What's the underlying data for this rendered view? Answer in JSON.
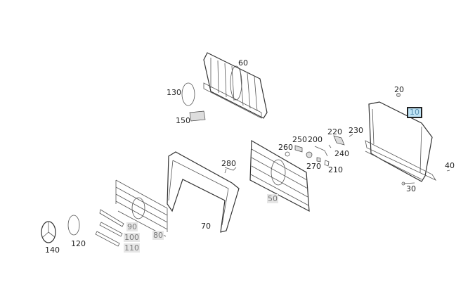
{
  "diagram": {
    "selected_part": "10",
    "colors": {
      "selected_bg": "#bfe3f5",
      "muted_bg": "#e6e6e6"
    },
    "labels": {
      "p10": "10",
      "p20": "20",
      "p30": "30",
      "p40": "40",
      "p50": "50",
      "p60": "60",
      "p70": "70",
      "p80": "80",
      "p90": "90",
      "p100": "100",
      "p110": "110",
      "p120": "120",
      "p130": "130",
      "p140": "140",
      "p150": "150",
      "p200": "200",
      "p210": "210",
      "p220": "220",
      "p230": "230",
      "p240": "240",
      "p250": "250",
      "p260": "260",
      "p270": "270",
      "p280": "280"
    }
  }
}
